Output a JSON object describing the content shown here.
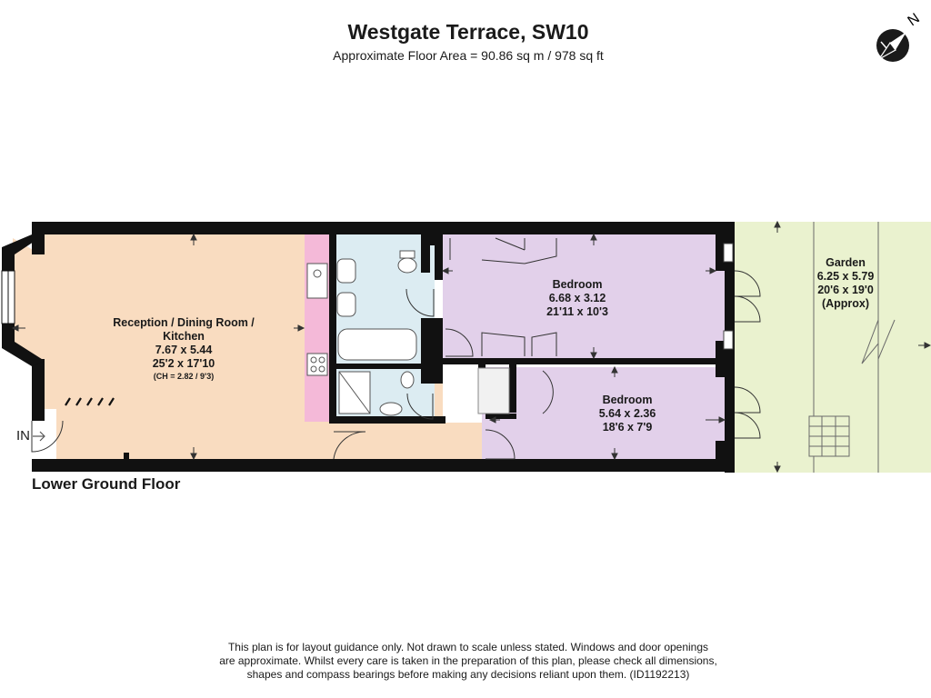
{
  "header": {
    "title": "Westgate Terrace, SW10",
    "subtitle": "Approximate Floor Area = 90.86 sq m / 978 sq ft"
  },
  "compass": {
    "north_letter": "N",
    "icon": "compass-icon"
  },
  "rooms": {
    "reception": {
      "name_line1": "Reception / Dining Room /",
      "name_line2": "Kitchen",
      "metric": "7.67 x 5.44",
      "imperial": "25'2 x 17'10",
      "ceiling": "(CH = 2.82 / 9'3)"
    },
    "bedroom1": {
      "name": "Bedroom",
      "metric": "6.68 x 3.12",
      "imperial": "21'11 x 10'3"
    },
    "bedroom2": {
      "name": "Bedroom",
      "metric": "5.64 x 2.36",
      "imperial": "18'6 x 7'9"
    },
    "garden": {
      "name": "Garden",
      "metric": "6.25 x 5.79",
      "imperial": "20'6 x 19'0",
      "note": "(Approx)"
    }
  },
  "entrance_label": "IN",
  "floor_label": "Lower Ground Floor",
  "disclaimer": {
    "line1": "This plan is for layout guidance only. Not drawn to scale unless stated. Windows and door openings",
    "line2": "are approximate. Whilst every care is taken in the preparation of this plan, please check all dimensions,",
    "line3": "shapes and compass bearings before making any decisions reliant upon them. (ID1192213)"
  },
  "colors": {
    "wall": "#111111",
    "reception_fill": "#f9dcc0",
    "kitchen_fill": "#f4b9d8",
    "bathroom_fill": "#dcecf2",
    "bedroom_fill": "#e2d0ea",
    "garden_fill": "#eaf2cf"
  }
}
